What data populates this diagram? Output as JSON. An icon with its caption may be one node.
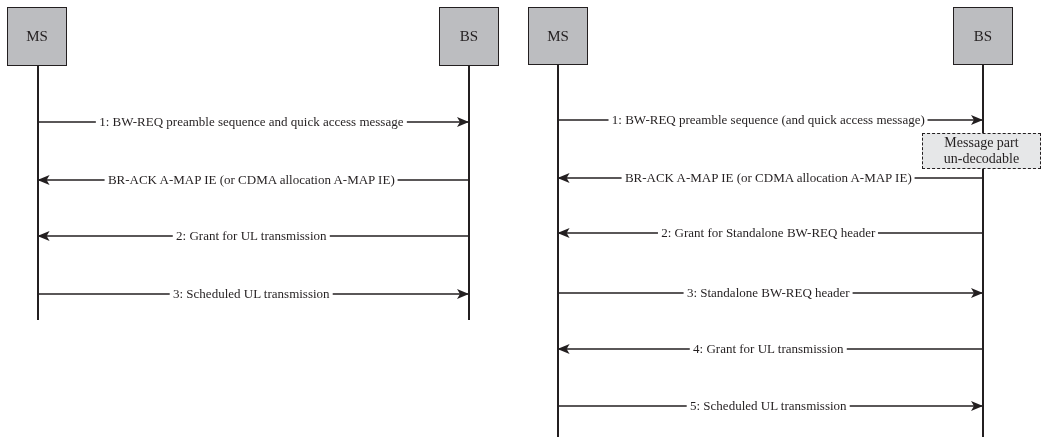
{
  "diagram": {
    "nodes": [
      {
        "text": [
          "MS"
        ]
      },
      {
        "text": [
          "BS"
        ]
      },
      {
        "text": [],
        "shape": "bar"
      },
      {
        "text": [],
        "shape": "bar"
      },
      {
        "text": [
          "MS"
        ]
      },
      {
        "text": [
          "BS"
        ]
      },
      {
        "text": [],
        "shape": "bar"
      },
      {
        "text": [],
        "shape": "bar"
      },
      {
        "text": [
          "Message part un-decodable"
        ]
      }
    ],
    "edges": [
      {
        "from": 2,
        "to": 3,
        "arrow": "to",
        "label": "1: BW-REQ preamble sequence and quick access message"
      },
      {
        "from": 3,
        "to": 2,
        "arrow": "to",
        "label": "BR-ACK A-MAP IE (or CDMA allocation A-MAP IE)"
      },
      {
        "from": 3,
        "to": 2,
        "arrow": "to",
        "label": "2: Grant for UL transmission"
      },
      {
        "from": 2,
        "to": 3,
        "arrow": "to",
        "label": "3: Scheduled UL transmission"
      },
      {
        "from": 6,
        "to": 7,
        "arrow": "to",
        "label": "1: BW-REQ preamble sequence (and quick access message)"
      },
      {
        "from": 7,
        "to": 6,
        "arrow": "to",
        "label": "BR-ACK A-MAP IE (or CDMA allocation A-MAP IE)"
      },
      {
        "from": 7,
        "to": 6,
        "arrow": "to",
        "label": "2: Grant for Standalone BW-REQ header"
      },
      {
        "from": 6,
        "to": 7,
        "arrow": "to",
        "label": "3: Standalone BW-REQ header"
      },
      {
        "from": 7,
        "to": 6,
        "arrow": "to",
        "label": "4: Grant for UL transmission"
      },
      {
        "from": 6,
        "to": 7,
        "arrow": "to",
        "label": "5: Scheduled UL transmission"
      }
    ]
  }
}
